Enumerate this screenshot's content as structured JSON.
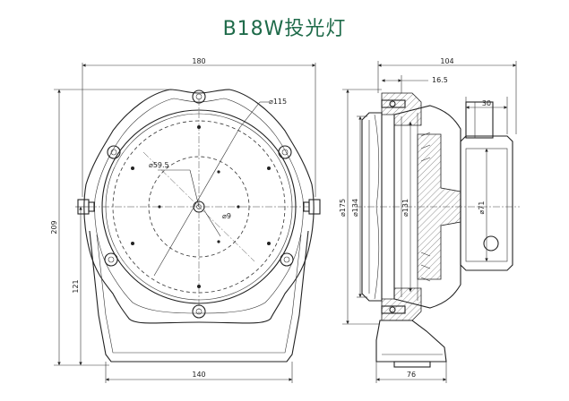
{
  "title": "B18W投光灯",
  "front_view": {
    "width_label": "180",
    "height_label": "209",
    "lower_height_label": "121",
    "base_width_label": "140",
    "lens_dia_label": "⌀115",
    "bolt_circle_label": "⌀59.5",
    "center_hole_label": "⌀9"
  },
  "side_view": {
    "depth_label": "104",
    "flange_label": "16.5",
    "box_label": "30",
    "outer_dia_label": "⌀175",
    "glass_dia_label": "⌀134",
    "inner_dia_label": "⌀131",
    "box_dia_label": "⌀71",
    "base_depth_label": "76"
  }
}
